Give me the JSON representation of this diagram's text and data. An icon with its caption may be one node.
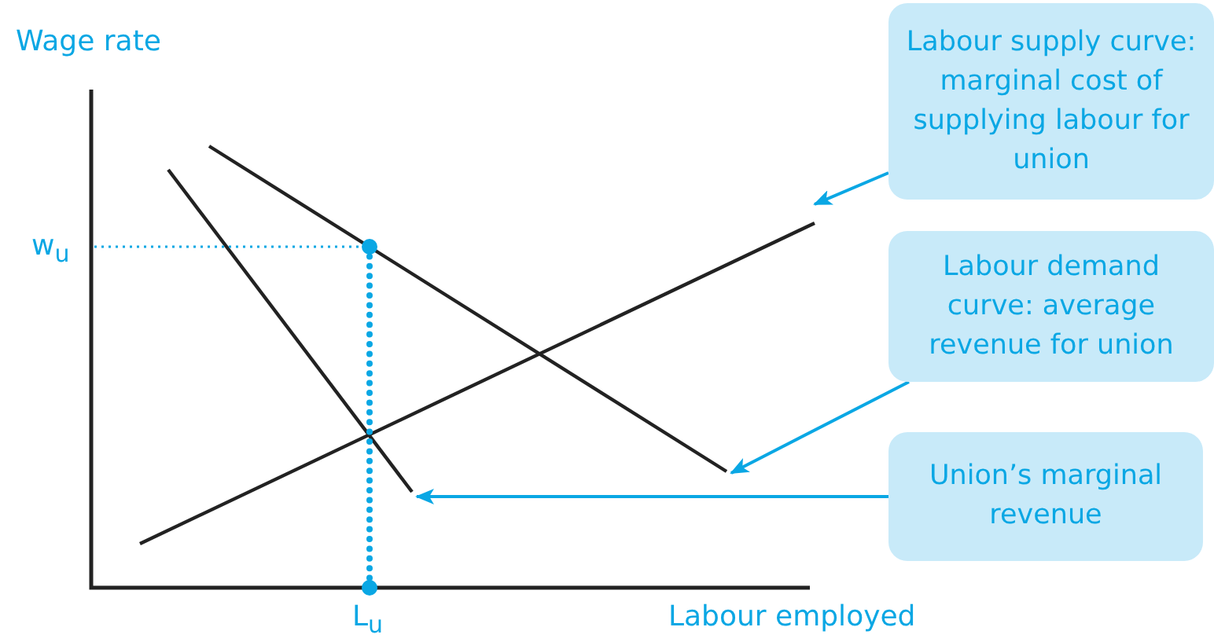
{
  "diagram": {
    "nodes": [
      {
        "text": [
          "Labour supply curve: marginal cost of supplying labour for union"
        ]
      },
      {
        "text": [
          "Labour demand curve: average revenue for union"
        ]
      },
      {
        "text": [
          "Union’s marginal revenue"
        ]
      }
    ],
    "edges": [
      {
        "from": 0,
        "to": null,
        "arrow": "to"
      },
      {
        "from": 1,
        "to": null,
        "arrow": "to"
      },
      {
        "from": 2,
        "to": null,
        "arrow": "to"
      }
    ],
    "labels": [
      "Wage rate",
      "w$_{u}$",
      "L$_{u}$",
      "Labour employed"
    ]
  }
}
